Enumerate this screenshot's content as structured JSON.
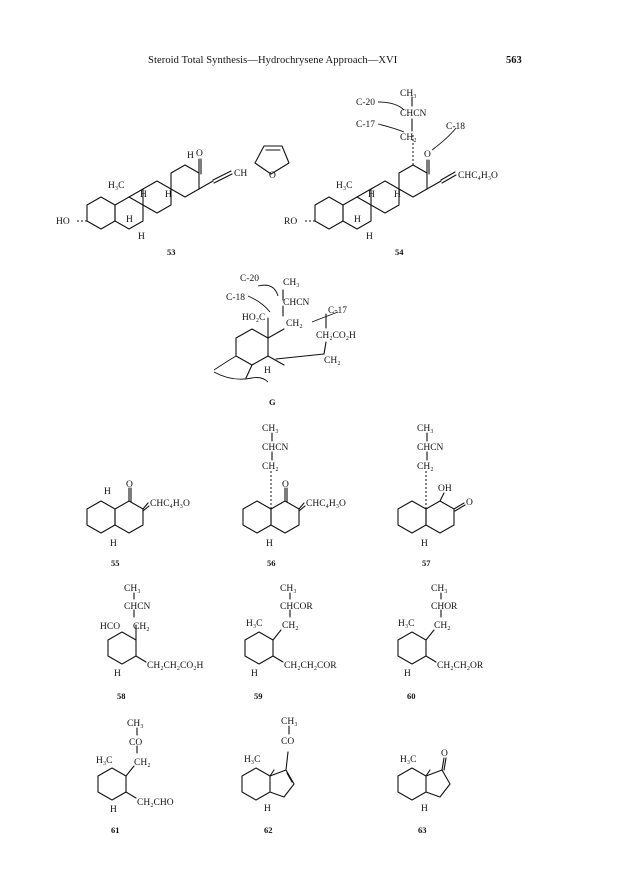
{
  "header": {
    "title": "Steroid Total Synthesis—Hydrochrysene Approach—XVI",
    "page_number": "563"
  },
  "compounds": {
    "c53": {
      "label": "53",
      "groups": {
        "h3c": "H₃C",
        "ho": "HO",
        "o": "O",
        "ch": "CH",
        "fo": "O",
        "h1": "H",
        "h2": "H",
        "h3": "H",
        "h4": "H",
        "h5": "H"
      }
    },
    "c54": {
      "label": "54",
      "groups": {
        "ch3": "CH₃",
        "chcn": "CHCN",
        "ch2": "CH₂",
        "c20": "C-20",
        "c17": "C-17",
        "c18": "C-18",
        "o": "O",
        "chc4h3o": "CHC₄H₃O",
        "h3c": "H₃C",
        "ro": "RO",
        "h1": "H",
        "h2": "H",
        "h3": "H",
        "h4": "H"
      }
    },
    "cG": {
      "label": "G",
      "groups": {
        "c20": "C-20",
        "c18": "C-18",
        "c17": "C-17",
        "ch3": "CH₃",
        "chcn": "CHCN",
        "ho2c": "HO₂C",
        "ch2a": "CH₂",
        "ch2co2h": "CH₂CO₂H",
        "ch2b": "CH₂",
        "h": "H"
      }
    },
    "c55": {
      "label": "55",
      "groups": {
        "h1": "H",
        "o": "O",
        "chc4h3o": "CHC₄H₃O",
        "h2": "H"
      }
    },
    "c56": {
      "label": "56",
      "groups": {
        "ch3": "CH₃",
        "chcn": "CHCN",
        "ch2": "CH₂",
        "o": "O",
        "chc4h3o": "CHC₄H₃O",
        "h": "H"
      }
    },
    "c57": {
      "label": "57",
      "groups": {
        "ch3": "CH₃",
        "chcn": "CHCN",
        "ch2": "CH₂",
        "oh": "OH",
        "o": "O",
        "h": "H"
      }
    },
    "c58": {
      "label": "58",
      "groups": {
        "ch3": "CH₃",
        "chcn": "CHCN",
        "hco": "HCO",
        "ch2": "CH₂",
        "chain": "CH₂CH₂CO₂H",
        "h": "H"
      }
    },
    "c59": {
      "label": "59",
      "groups": {
        "ch3": "CH₃",
        "chcor": "CHCOR",
        "h3c": "H₃C",
        "ch2": "CH₂",
        "chain": "CH₂CH₂COR",
        "h": "H"
      }
    },
    "c60": {
      "label": "60",
      "groups": {
        "ch3": "CH₃",
        "chor": "CHOR",
        "h3c": "H₃C",
        "ch2": "CH₂",
        "chain": "CH₂CH₂OR",
        "h": "H"
      }
    },
    "c61": {
      "label": "61",
      "groups": {
        "ch3": "CH₃",
        "co": "CO",
        "h3c": "H₃C",
        "ch2": "CH₂",
        "chain": "CH₂CHO",
        "h": "H"
      }
    },
    "c62": {
      "label": "62",
      "groups": {
        "ch3": "CH₃",
        "co": "CO",
        "h3c": "H₃C",
        "h": "H"
      }
    },
    "c63": {
      "label": "63",
      "groups": {
        "h3c": "H₃C",
        "o": "O",
        "h": "H"
      }
    }
  }
}
